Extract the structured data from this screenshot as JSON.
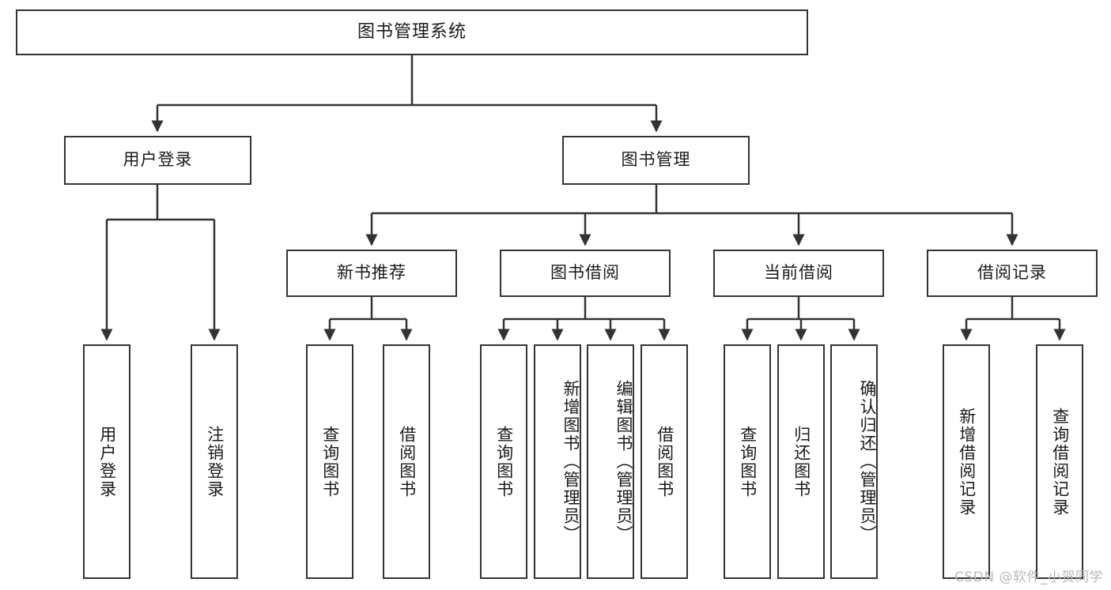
{
  "diagram": {
    "title": "图书管理系统",
    "type": "tree",
    "watermark": "CSDN @软件_小贺同学",
    "colors": {
      "box_border": "#333333",
      "box_fill": "#ffffff",
      "connector": "#333333",
      "text": "#1a1a1a",
      "watermark": "#b9b9b9"
    },
    "root": {
      "label": "图书管理系统",
      "level": 1
    },
    "level2": [
      {
        "label": "用户登录"
      },
      {
        "label": "图书管理"
      }
    ],
    "level3": [
      {
        "label": "新书推荐"
      },
      {
        "label": "图书借阅"
      },
      {
        "label": "当前借阅"
      },
      {
        "label": "借阅记录"
      }
    ],
    "leaves": {
      "user_login": [
        {
          "label": "用户登录"
        },
        {
          "label": "注销登录"
        }
      ],
      "new_book_recommend": [
        {
          "label": "查询图书"
        },
        {
          "label": "借阅图书"
        }
      ],
      "book_borrow": [
        {
          "label": "查询图书"
        },
        {
          "label": "新增图书（管理员）"
        },
        {
          "label": "编辑图书（管理员）"
        },
        {
          "label": "借阅图书"
        }
      ],
      "current_borrow": [
        {
          "label": "查询图书"
        },
        {
          "label": "归还图书"
        },
        {
          "label": "确认归还（管理员）"
        }
      ],
      "borrow_record": [
        {
          "label": "新增借阅记录"
        },
        {
          "label": "查询借阅记录"
        }
      ]
    }
  }
}
